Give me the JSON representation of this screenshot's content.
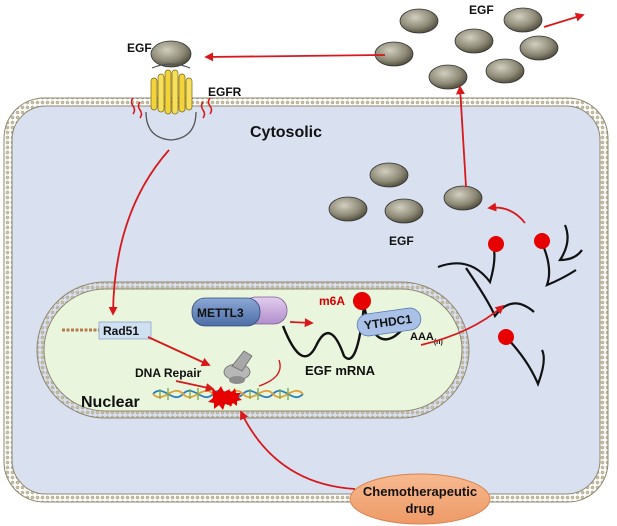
{
  "labels": {
    "egf_top_right": "EGF",
    "egf_receptor_bound": "EGF",
    "egfr": "EGFR",
    "cytosolic": "Cytosolic",
    "egf_cytosol": "EGF",
    "mettl3": "METTL3",
    "m6a": "m6A",
    "ythdc1": "YTHDC1",
    "aaa": "AAA",
    "aaa_sub": "(n)",
    "rad51": "Rad51",
    "egf_mrna": "EGF mRNA",
    "dna_repair": "DNA Repair",
    "nuclear": "Nuclear",
    "chemo_line1": "Chemotherapeutic",
    "chemo_line2": "drug"
  },
  "colors": {
    "arrow": "#d7191c",
    "cytosol_fill": "#d9e0f0",
    "nucleus_fill": "#eaf5dd",
    "membrane": "#b9b29a",
    "egf_particle": "#8b8774",
    "mettl3_blue": "#5f7fb5",
    "mettl3_purple": "#c6a8d8",
    "ythdc1_fill": "#a9c1e6",
    "m6a_dot": "#e60000",
    "m6a_label": "#d40000",
    "rad51_fill": "#cfe0f2",
    "chemo_fill": "#f4a77a",
    "egfr_yellow": "#f2d33a"
  },
  "icons": [
    "egf-particle",
    "egfr-receptor",
    "mettl3-complex",
    "ythdc1-reader",
    "m6a-dot",
    "dna-helix",
    "mrna-strand",
    "drug-oval"
  ]
}
